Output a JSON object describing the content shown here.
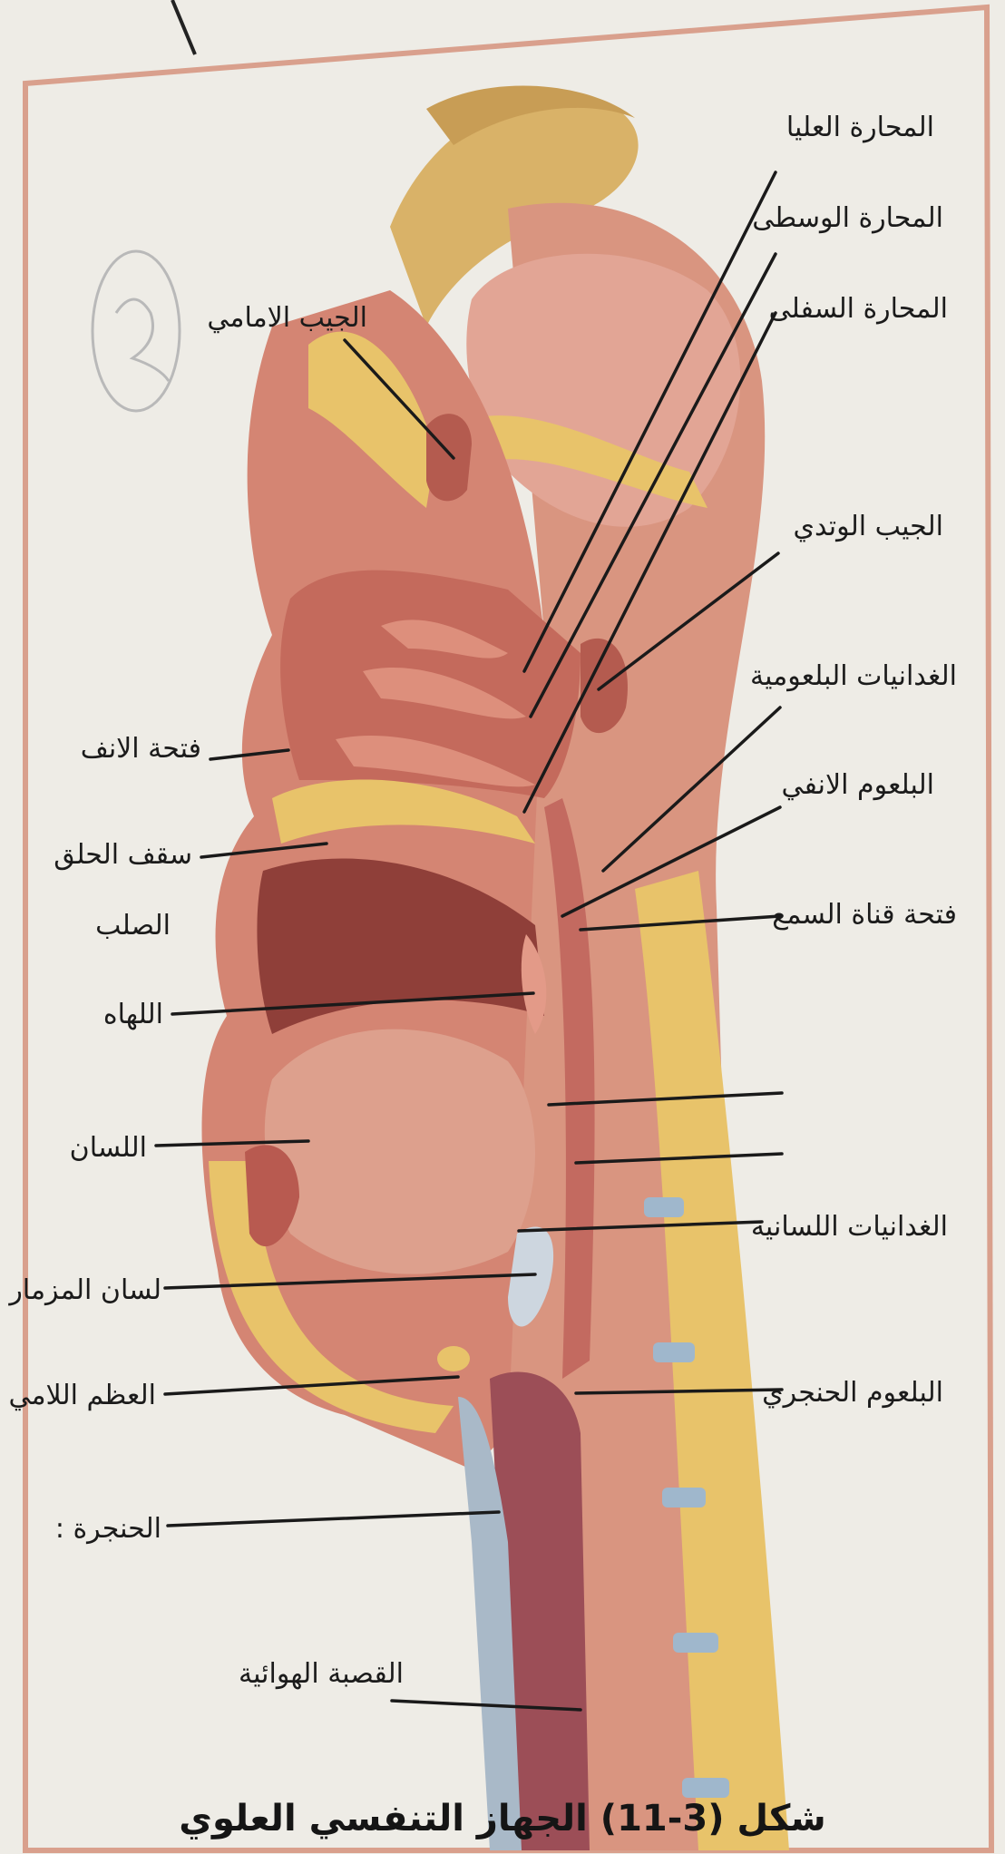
{
  "caption": "شكل (3-11) الجهاز التنفسي العلوي",
  "labels": {
    "superior_concha": "المحارة العليا",
    "middle_concha": "المحارة الوسطى",
    "inferior_concha": "المحارة السفلى",
    "frontal_sinus": "الجيب الامامي",
    "sphenoid_sinus": "الجيب الوتدي",
    "pharyngeal_tonsils": "الغدانيات البلعومية",
    "nasopharynx": "البلعوم الانفي",
    "auditory_tube_opening": "فتحة قناة السمع",
    "nostril": "فتحة الانف",
    "hard_palate_line1": "سقف الحلق",
    "hard_palate_line2": "الصلب",
    "uvula": "اللهاه",
    "tongue": "اللسان",
    "lingual_tonsils": "الغدانيات اللسانية",
    "epiglottis": "لسان المزمار",
    "hyoid_bone": "العظم اللامي",
    "laryngopharynx": "البلعوم الحنجري",
    "larynx": ": الحنجرة",
    "trachea": "القصبة الهوائية"
  },
  "colors": {
    "page": "#eeece6",
    "frame": "#d9a08d",
    "tissue": "#d48573",
    "bone": "#e8c36a",
    "cartilage": "#a9b9c8",
    "cavity": "#c46a5c"
  }
}
